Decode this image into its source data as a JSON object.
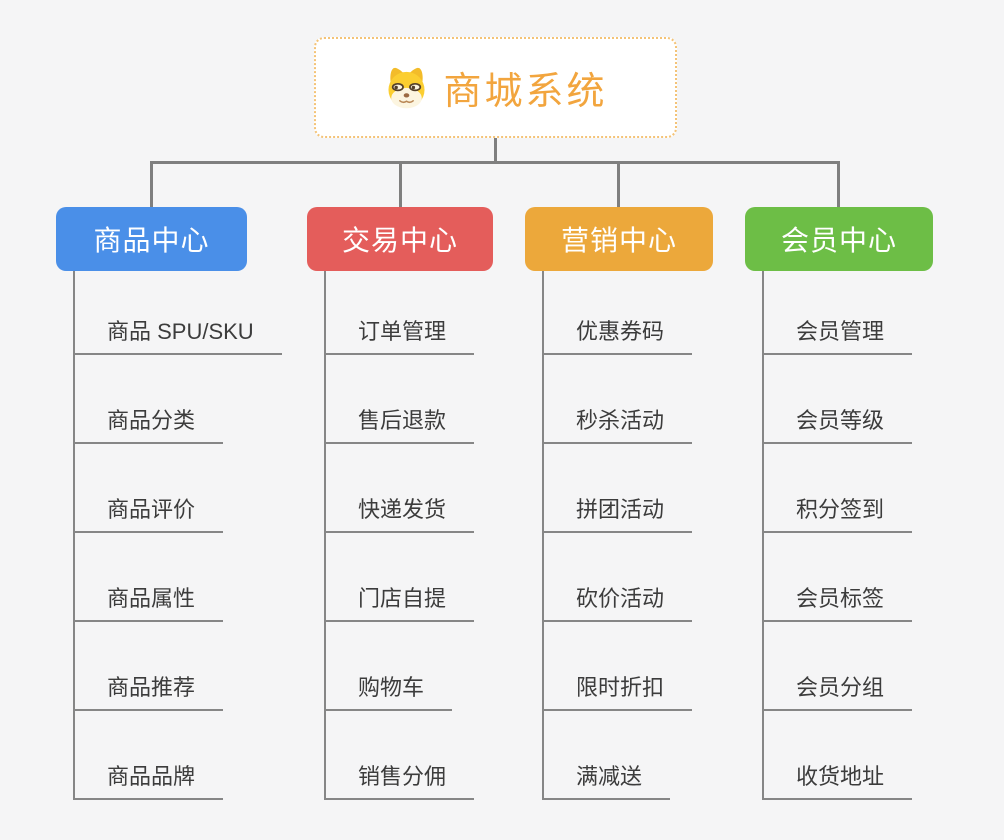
{
  "root": {
    "label": "商城系统",
    "icon": "doge-face-icon"
  },
  "branches": [
    {
      "label": "商品中心",
      "color": "#4a8fe8",
      "children": [
        "商品 SPU/SKU",
        "商品分类",
        "商品评价",
        "商品属性",
        "商品推荐",
        "商品品牌"
      ]
    },
    {
      "label": "交易中心",
      "color": "#e45d5b",
      "children": [
        "订单管理",
        "售后退款",
        "快递发货",
        "门店自提",
        "购物车",
        "销售分佣"
      ]
    },
    {
      "label": "营销中心",
      "color": "#eca83b",
      "children": [
        "优惠券码",
        "秒杀活动",
        "拼团活动",
        "砍价活动",
        "限时折扣",
        "满减送"
      ]
    },
    {
      "label": "会员中心",
      "color": "#6dbe46",
      "children": [
        "会员管理",
        "会员等级",
        "积分签到",
        "会员标签",
        "会员分组",
        "收货地址"
      ]
    }
  ],
  "colors": {
    "background": "#f5f5f6",
    "connector": "#7f7f7f",
    "child_line": "#868686",
    "root_text": "#f2a53e",
    "root_border": "#f4c377",
    "child_text": "#3c3c3c"
  }
}
